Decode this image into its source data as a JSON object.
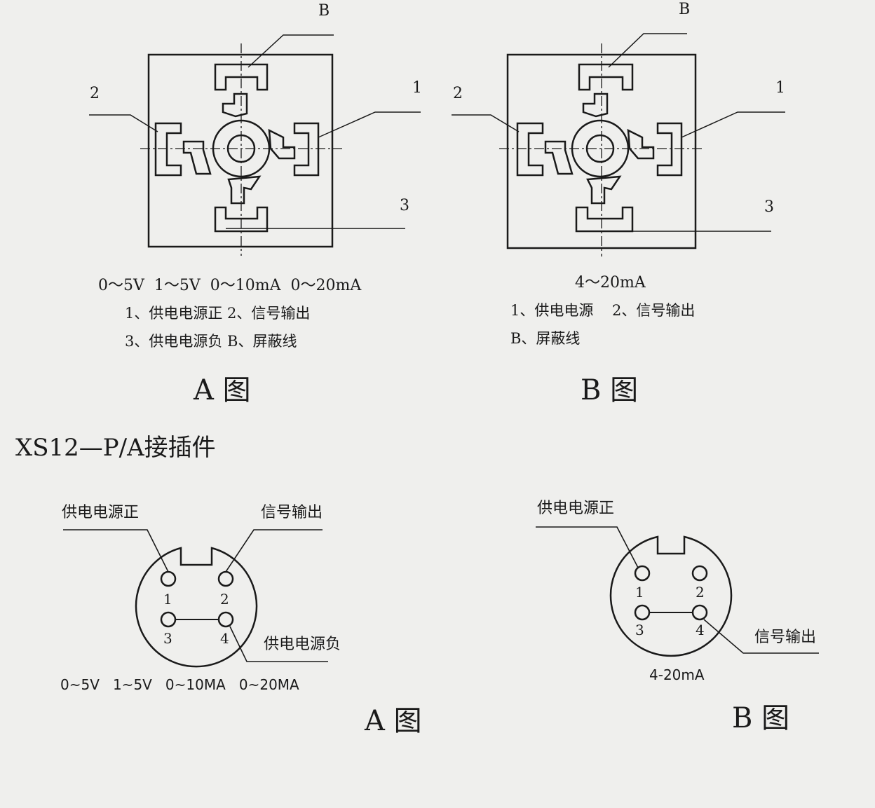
{
  "top_a": {
    "label_b": "B",
    "label_1": "1",
    "label_2": "2",
    "label_3": "3",
    "ranges": "0～5V  1～5V  0～10mA  0～20mA",
    "legend_line1": "1、供电电源正 2、信号输出",
    "legend_line2": "3、供电电源负 B、屏蔽线",
    "caption": "A 图"
  },
  "top_b": {
    "label_b": "B",
    "label_1": "1",
    "label_2": "2",
    "label_3": "3",
    "range": "4～20mA",
    "legend_line1": "1、供电电源    2、信号输出",
    "legend_line2": "B、屏蔽线",
    "caption": "B 图"
  },
  "section_title": "XS12—P/A接插件",
  "conn_a": {
    "label_power_pos": "供电电源正",
    "label_signal_out": "信号输出",
    "label_power_neg": "供电电源负",
    "pin1": "1",
    "pin2": "2",
    "pin3": "3",
    "pin4": "4",
    "ranges": "0~5V   1~5V   0~10MA   0~20MA",
    "caption": "A 图"
  },
  "conn_b": {
    "label_power_pos": "供电电源正",
    "label_signal_out": "信号输出",
    "pin1": "1",
    "pin2": "2",
    "pin3": "3",
    "pin4": "4",
    "range": "4-20mA",
    "caption": "B 图"
  }
}
